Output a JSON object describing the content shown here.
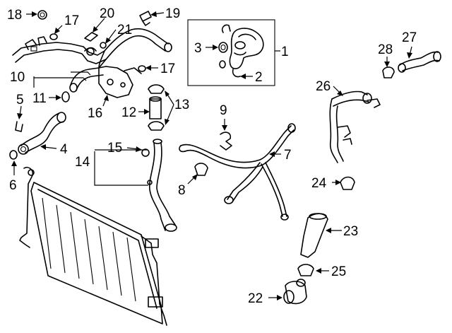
{
  "diagram": {
    "callouts": [
      {
        "id": "c1",
        "label": "1"
      },
      {
        "id": "c2",
        "label": "2"
      },
      {
        "id": "c3",
        "label": "3"
      },
      {
        "id": "c4",
        "label": "4"
      },
      {
        "id": "c5",
        "label": "5"
      },
      {
        "id": "c6",
        "label": "6"
      },
      {
        "id": "c7",
        "label": "7"
      },
      {
        "id": "c8",
        "label": "8"
      },
      {
        "id": "c9",
        "label": "9"
      },
      {
        "id": "c10",
        "label": "10"
      },
      {
        "id": "c11",
        "label": "11"
      },
      {
        "id": "c12",
        "label": "12"
      },
      {
        "id": "c13",
        "label": "13"
      },
      {
        "id": "c14",
        "label": "14"
      },
      {
        "id": "c15",
        "label": "15"
      },
      {
        "id": "c16",
        "label": "16"
      },
      {
        "id": "c17a",
        "label": "17"
      },
      {
        "id": "c17b",
        "label": "17"
      },
      {
        "id": "c18",
        "label": "18"
      },
      {
        "id": "c19",
        "label": "19"
      },
      {
        "id": "c20",
        "label": "20"
      },
      {
        "id": "c21",
        "label": "21"
      },
      {
        "id": "c22",
        "label": "22"
      },
      {
        "id": "c23",
        "label": "23"
      },
      {
        "id": "c24",
        "label": "24"
      },
      {
        "id": "c25",
        "label": "25"
      },
      {
        "id": "c26",
        "label": "26"
      },
      {
        "id": "c27",
        "label": "27"
      },
      {
        "id": "c28",
        "label": "28"
      }
    ]
  }
}
